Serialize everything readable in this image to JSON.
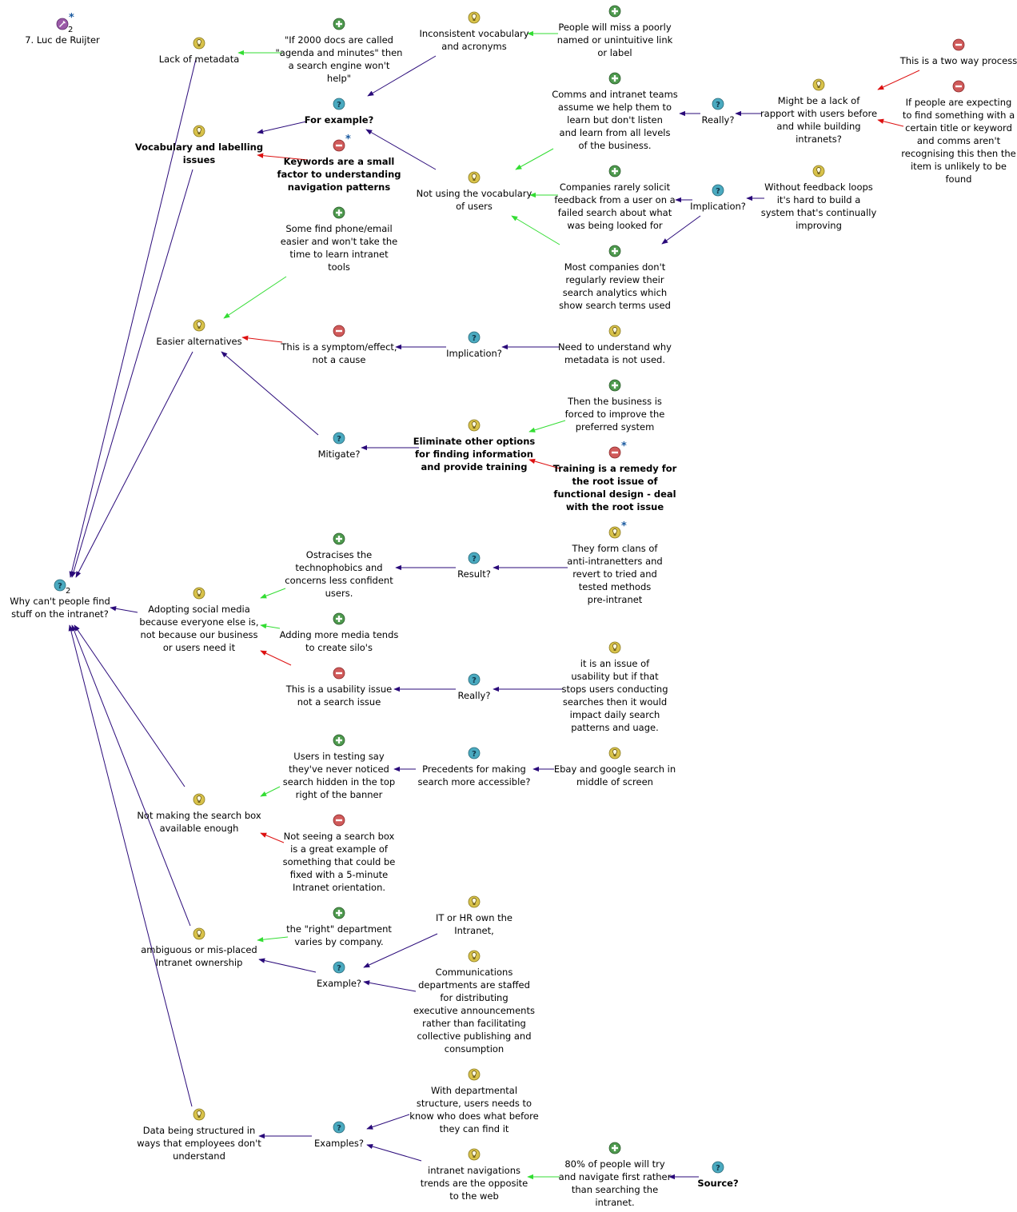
{
  "nodes": [
    {
      "id": "map",
      "kind": "map",
      "star": true,
      "count": "2",
      "label": "7. Luc de Ruijter"
    },
    {
      "id": "root",
      "kind": "question",
      "count": "2",
      "label": "Why can't people find\nstuff on the intranet?"
    },
    {
      "id": "n1",
      "kind": "idea",
      "label": "Lack of metadata"
    },
    {
      "id": "n2",
      "kind": "pro",
      "label": "\"If 2000 docs are called\n\"agenda and minutes\" then\na search engine won't\nhelp\""
    },
    {
      "id": "n3",
      "kind": "idea",
      "label": "Inconsistent vocabulary\nand acronyms"
    },
    {
      "id": "n4",
      "kind": "pro",
      "label": "People will miss a poorly\nnamed or unintuitive link\nor label"
    },
    {
      "id": "n5",
      "kind": "idea",
      "bold": true,
      "label": "Vocabulary and labelling\nissues"
    },
    {
      "id": "n6",
      "kind": "question",
      "bold": true,
      "label": "For example?"
    },
    {
      "id": "n7",
      "kind": "con",
      "star": true,
      "bold": true,
      "label": "Keywords are a small\nfactor to understanding\nnavigation patterns"
    },
    {
      "id": "n8",
      "kind": "idea",
      "label": "Not using the vocabulary\nof users"
    },
    {
      "id": "n9",
      "kind": "pro",
      "label": "Comms and intranet teams\nassume we help them to\nlearn but don't listen\nand learn from all levels\nof the business."
    },
    {
      "id": "n10",
      "kind": "question",
      "label": "Really?"
    },
    {
      "id": "n11",
      "kind": "idea",
      "label": "Might be a lack of\nrapport with users before\nand while building\nintranets?"
    },
    {
      "id": "n12",
      "kind": "con",
      "label": "This is a two way process"
    },
    {
      "id": "n13",
      "kind": "con",
      "label": "If people are expecting\nto find something with a\ncertain title or keyword\nand comms aren't\nrecognising this then the\nitem is unlikely to be\nfound"
    },
    {
      "id": "n14",
      "kind": "pro",
      "label": "Companies rarely solicit\nfeedback from a user on a\nfailed search about what\nwas being looked for"
    },
    {
      "id": "n15",
      "kind": "question",
      "label": "Implication?"
    },
    {
      "id": "n16",
      "kind": "idea",
      "label": "Without feedback loops\nit's hard to build a\nsystem that's continually\nimproving"
    },
    {
      "id": "n17",
      "kind": "pro",
      "label": "Most companies don't\nregularly review their\nsearch analytics which\nshow search terms used"
    },
    {
      "id": "n18",
      "kind": "pro",
      "label": "Some find phone/email\neasier and won't take the\ntime to learn intranet\ntools"
    },
    {
      "id": "n19",
      "kind": "idea",
      "label": "Easier alternatives"
    },
    {
      "id": "n20",
      "kind": "con",
      "label": "This is a symptom/effect,\nnot a cause"
    },
    {
      "id": "n21",
      "kind": "question",
      "label": "Implication?"
    },
    {
      "id": "n22",
      "kind": "idea",
      "label": "Need to understand why\nmetadata is not used."
    },
    {
      "id": "n23",
      "kind": "question",
      "label": "Mitigate?"
    },
    {
      "id": "n24",
      "kind": "idea",
      "bold": true,
      "label": "Eliminate other options\nfor finding information\nand provide training"
    },
    {
      "id": "n25",
      "kind": "pro",
      "label": "Then the business is\nforced to improve the\npreferred system"
    },
    {
      "id": "n26",
      "kind": "con",
      "star": true,
      "bold": true,
      "label": "Training is a remedy for\nthe root issue of\nfunctional design - deal\nwith the root issue"
    },
    {
      "id": "n27",
      "kind": "idea",
      "label": "Adopting social media\nbecause everyone else is,\nnot because our business\nor users need it"
    },
    {
      "id": "n28",
      "kind": "pro",
      "label": "Ostracises the\ntechnophobics and\nconcerns less confident\nusers."
    },
    {
      "id": "n29",
      "kind": "question",
      "label": "Result?"
    },
    {
      "id": "n30",
      "kind": "idea",
      "star": true,
      "label": "They form clans of\nanti-intranetters and\nrevert to tried and\ntested methods\npre-intranet"
    },
    {
      "id": "n31",
      "kind": "pro",
      "label": "Adding more media tends\nto create silo's"
    },
    {
      "id": "n32",
      "kind": "con",
      "label": "This is a usability issue\nnot a search issue"
    },
    {
      "id": "n33",
      "kind": "question",
      "label": "Really?"
    },
    {
      "id": "n34",
      "kind": "idea",
      "label": "it is an issue of\nusability but if that\nstops users conducting\nsearches then it would\nimpact daily search\npatterns and uage."
    },
    {
      "id": "n35",
      "kind": "idea",
      "label": "Not making the search box\navailable enough"
    },
    {
      "id": "n36",
      "kind": "pro",
      "label": "Users in testing say\nthey've never noticed\nsearch hidden in the top\nright of the banner"
    },
    {
      "id": "n37",
      "kind": "question",
      "label": "Precedents for making\nsearch more accessible?"
    },
    {
      "id": "n38",
      "kind": "idea",
      "label": "Ebay and google search in\nmiddle of screen"
    },
    {
      "id": "n39",
      "kind": "con",
      "label": "Not seeing a search box\nis a great example of\nsomething that could be\nfixed with a 5-minute\nIntranet orientation."
    },
    {
      "id": "n40",
      "kind": "idea",
      "label": "ambiguous or mis-placed\nIntranet ownership"
    },
    {
      "id": "n41",
      "kind": "pro",
      "label": "the \"right\" department\nvaries by company."
    },
    {
      "id": "n42",
      "kind": "question",
      "label": "Example?"
    },
    {
      "id": "n43",
      "kind": "idea",
      "label": "IT or HR own the\nIntranet,"
    },
    {
      "id": "n44",
      "kind": "idea",
      "label": "Communications\ndepartments are staffed\nfor distributing\nexecutive announcements\nrather than facilitating\ncollective publishing and\nconsumption"
    },
    {
      "id": "n45",
      "kind": "idea",
      "label": "Data being structured in\nways that employees don't\nunderstand"
    },
    {
      "id": "n46",
      "kind": "question",
      "label": "Examples?"
    },
    {
      "id": "n47",
      "kind": "idea",
      "label": "With departmental\nstructure, users needs to\nknow who does what before\nthey can find it"
    },
    {
      "id": "n48",
      "kind": "idea",
      "label": "intranet navigations\ntrends are the opposite\nto the web"
    },
    {
      "id": "n49",
      "kind": "pro",
      "label": "80% of people will try\nand navigate first rather\nthan searching the\nintranet."
    },
    {
      "id": "n50",
      "kind": "question",
      "bold": true,
      "label": "Source?"
    }
  ],
  "links": [
    {
      "from": "n1",
      "to": "root",
      "type": "neutral"
    },
    {
      "from": "n5",
      "to": "root",
      "type": "neutral"
    },
    {
      "from": "n19",
      "to": "root",
      "type": "neutral"
    },
    {
      "from": "n27",
      "to": "root",
      "type": "neutral"
    },
    {
      "from": "n35",
      "to": "root",
      "type": "neutral"
    },
    {
      "from": "n40",
      "to": "root",
      "type": "neutral"
    },
    {
      "from": "n45",
      "to": "root",
      "type": "neutral"
    },
    {
      "from": "n2",
      "to": "n1",
      "type": "pro"
    },
    {
      "from": "n4",
      "to": "n3",
      "type": "pro"
    },
    {
      "from": "n3",
      "to": "n6",
      "type": "neutral"
    },
    {
      "from": "n8",
      "to": "n6",
      "type": "neutral"
    },
    {
      "from": "n6",
      "to": "n5",
      "type": "neutral"
    },
    {
      "from": "n7",
      "to": "n5",
      "type": "con"
    },
    {
      "from": "n9",
      "to": "n8",
      "type": "pro"
    },
    {
      "from": "n14",
      "to": "n8",
      "type": "pro"
    },
    {
      "from": "n17",
      "to": "n8",
      "type": "pro"
    },
    {
      "from": "n10",
      "to": "n9",
      "type": "neutral"
    },
    {
      "from": "n11",
      "to": "n10",
      "type": "neutral"
    },
    {
      "from": "n12",
      "to": "n11",
      "type": "con"
    },
    {
      "from": "n13",
      "to": "n11",
      "type": "con"
    },
    {
      "from": "n15",
      "to": "n14",
      "type": "neutral"
    },
    {
      "from": "n15",
      "to": "n17",
      "type": "neutral"
    },
    {
      "from": "n16",
      "to": "n15",
      "type": "neutral"
    },
    {
      "from": "n18",
      "to": "n19",
      "type": "pro"
    },
    {
      "from": "n20",
      "to": "n19",
      "type": "con"
    },
    {
      "from": "n21",
      "to": "n20",
      "type": "neutral"
    },
    {
      "from": "n22",
      "to": "n21",
      "type": "neutral"
    },
    {
      "from": "n23",
      "to": "n19",
      "type": "neutral"
    },
    {
      "from": "n24",
      "to": "n23",
      "type": "neutral"
    },
    {
      "from": "n25",
      "to": "n24",
      "type": "pro"
    },
    {
      "from": "n26",
      "to": "n24",
      "type": "con"
    },
    {
      "from": "n28",
      "to": "n27",
      "type": "pro"
    },
    {
      "from": "n29",
      "to": "n28",
      "type": "neutral"
    },
    {
      "from": "n30",
      "to": "n29",
      "type": "neutral"
    },
    {
      "from": "n31",
      "to": "n27",
      "type": "pro"
    },
    {
      "from": "n32",
      "to": "n27",
      "type": "con"
    },
    {
      "from": "n33",
      "to": "n32",
      "type": "neutral"
    },
    {
      "from": "n34",
      "to": "n33",
      "type": "neutral"
    },
    {
      "from": "n36",
      "to": "n35",
      "type": "pro"
    },
    {
      "from": "n37",
      "to": "n36",
      "type": "neutral"
    },
    {
      "from": "n38",
      "to": "n37",
      "type": "neutral"
    },
    {
      "from": "n39",
      "to": "n35",
      "type": "con"
    },
    {
      "from": "n41",
      "to": "n40",
      "type": "pro"
    },
    {
      "from": "n42",
      "to": "n40",
      "type": "neutral"
    },
    {
      "from": "n43",
      "to": "n42",
      "type": "neutral"
    },
    {
      "from": "n44",
      "to": "n42",
      "type": "neutral"
    },
    {
      "from": "n46",
      "to": "n45",
      "type": "neutral"
    },
    {
      "from": "n47",
      "to": "n46",
      "type": "neutral"
    },
    {
      "from": "n48",
      "to": "n46",
      "type": "neutral"
    },
    {
      "from": "n49",
      "to": "n48",
      "type": "pro"
    },
    {
      "from": "n50",
      "to": "n49",
      "type": "neutral"
    }
  ],
  "colors": {
    "neutral_link": "#2a0a7a",
    "pro_link": "#33dd33",
    "con_link": "#dd1111",
    "idea_icon": "#d8c24a",
    "pro_icon": "#4e9a4e",
    "con_icon": "#d05a5a",
    "question_icon": "#4aaac0",
    "map_icon": "#9b5aa8",
    "star": "#1a5aa0"
  }
}
